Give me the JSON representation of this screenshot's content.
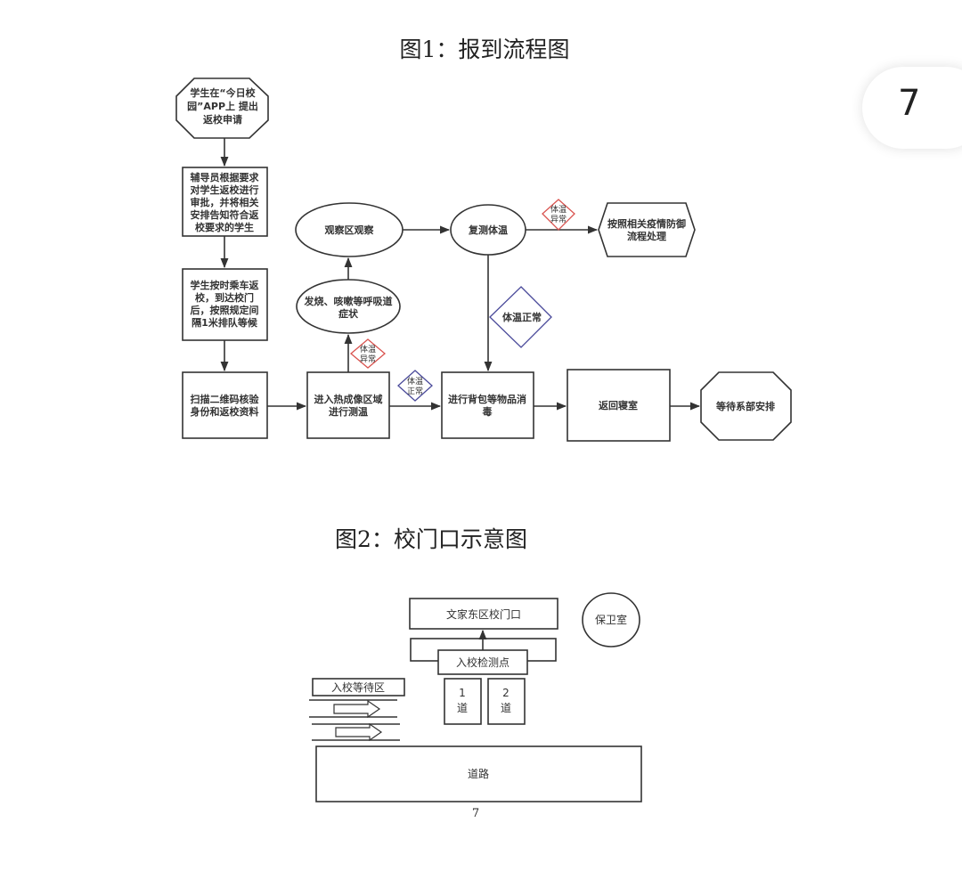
{
  "fig1": {
    "title": "图1：报到流程图",
    "start": [
      "学生在“今日校",
      "园”APP上 提出",
      "返校申请"
    ],
    "step2": [
      "辅导员根据要求",
      "对学生返校进行",
      "审批，并将相关",
      "安排告知符合返",
      "校要求的学生"
    ],
    "step3": [
      "学生按时乘车返",
      "校，到达校门",
      "后，按照规定间",
      "隔1米排队等候"
    ],
    "step4": [
      "扫描二维码核验",
      "身份和返校资料"
    ],
    "step5": [
      "进入热成像区域",
      "进行测温"
    ],
    "step6": [
      "进行背包等物品消",
      "毒"
    ],
    "step7": "返回寝室",
    "end": "等待系部安排",
    "symptom": [
      "发烧、咳嗽等呼吸道",
      "症状"
    ],
    "observe": "观察区观察",
    "retest": "复测体温",
    "epidemic": [
      "按照相关疫情防御",
      "流程处理"
    ],
    "abnormal": [
      "体温",
      "异常"
    ],
    "normal_small": [
      "体温",
      "正常"
    ],
    "normal_big": "体温正常",
    "colors": {
      "abnormal": "#d9534f",
      "normal": "#4a4a9a"
    }
  },
  "badge": "7",
  "fig2": {
    "title": "图2：校门口示意图",
    "gate": "文家东区校门口",
    "guard": "保卫室",
    "checkpoint": "入校检测点",
    "lane1": [
      "1",
      "道"
    ],
    "lane2": [
      "2",
      "道"
    ],
    "waiting": "入校等待区",
    "road": "道路",
    "page_number": "7"
  }
}
